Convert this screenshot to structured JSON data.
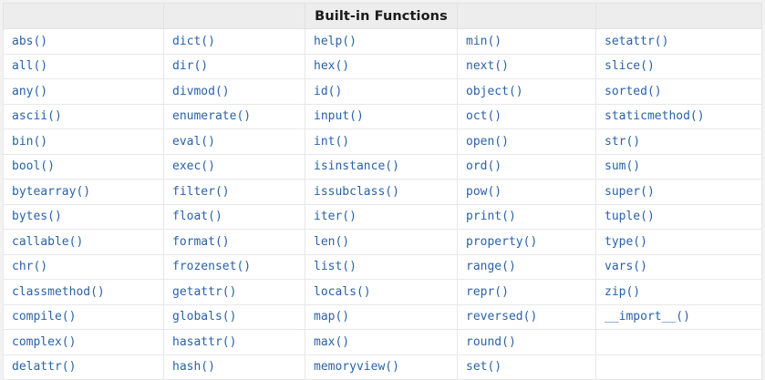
{
  "title": "Built-in Functions",
  "table": {
    "header": {
      "cells": [
        "",
        "",
        "Built-in Functions",
        "",
        ""
      ],
      "title_column_index": 2,
      "background": "#ededed",
      "text_color": "#1a1a1a"
    },
    "body": {
      "text_color": "#2a62a8",
      "background": "#ffffff",
      "border_color": "#e8e8e8",
      "column_count": 5,
      "row_count": 14,
      "rows": [
        [
          "abs()",
          "dict()",
          "help()",
          "min()",
          "setattr()"
        ],
        [
          "all()",
          "dir()",
          "hex()",
          "next()",
          "slice()"
        ],
        [
          "any()",
          "divmod()",
          "id()",
          "object()",
          "sorted()"
        ],
        [
          "ascii()",
          "enumerate()",
          "input()",
          "oct()",
          "staticmethod()"
        ],
        [
          "bin()",
          "eval()",
          "int()",
          "open()",
          "str()"
        ],
        [
          "bool()",
          "exec()",
          "isinstance()",
          "ord()",
          "sum()"
        ],
        [
          "bytearray()",
          "filter()",
          "issubclass()",
          "pow()",
          "super()"
        ],
        [
          "bytes()",
          "float()",
          "iter()",
          "print()",
          "tuple()"
        ],
        [
          "callable()",
          "format()",
          "len()",
          "property()",
          "type()"
        ],
        [
          "chr()",
          "frozenset()",
          "list()",
          "range()",
          "vars()"
        ],
        [
          "classmethod()",
          "getattr()",
          "locals()",
          "repr()",
          "zip()"
        ],
        [
          "compile()",
          "globals()",
          "map()",
          "reversed()",
          "__import__()"
        ],
        [
          "complex()",
          "hasattr()",
          "max()",
          "round()",
          ""
        ],
        [
          "delattr()",
          "hash()",
          "memoryview()",
          "set()",
          ""
        ]
      ]
    }
  },
  "page": {
    "background": "#f2f2f2"
  }
}
